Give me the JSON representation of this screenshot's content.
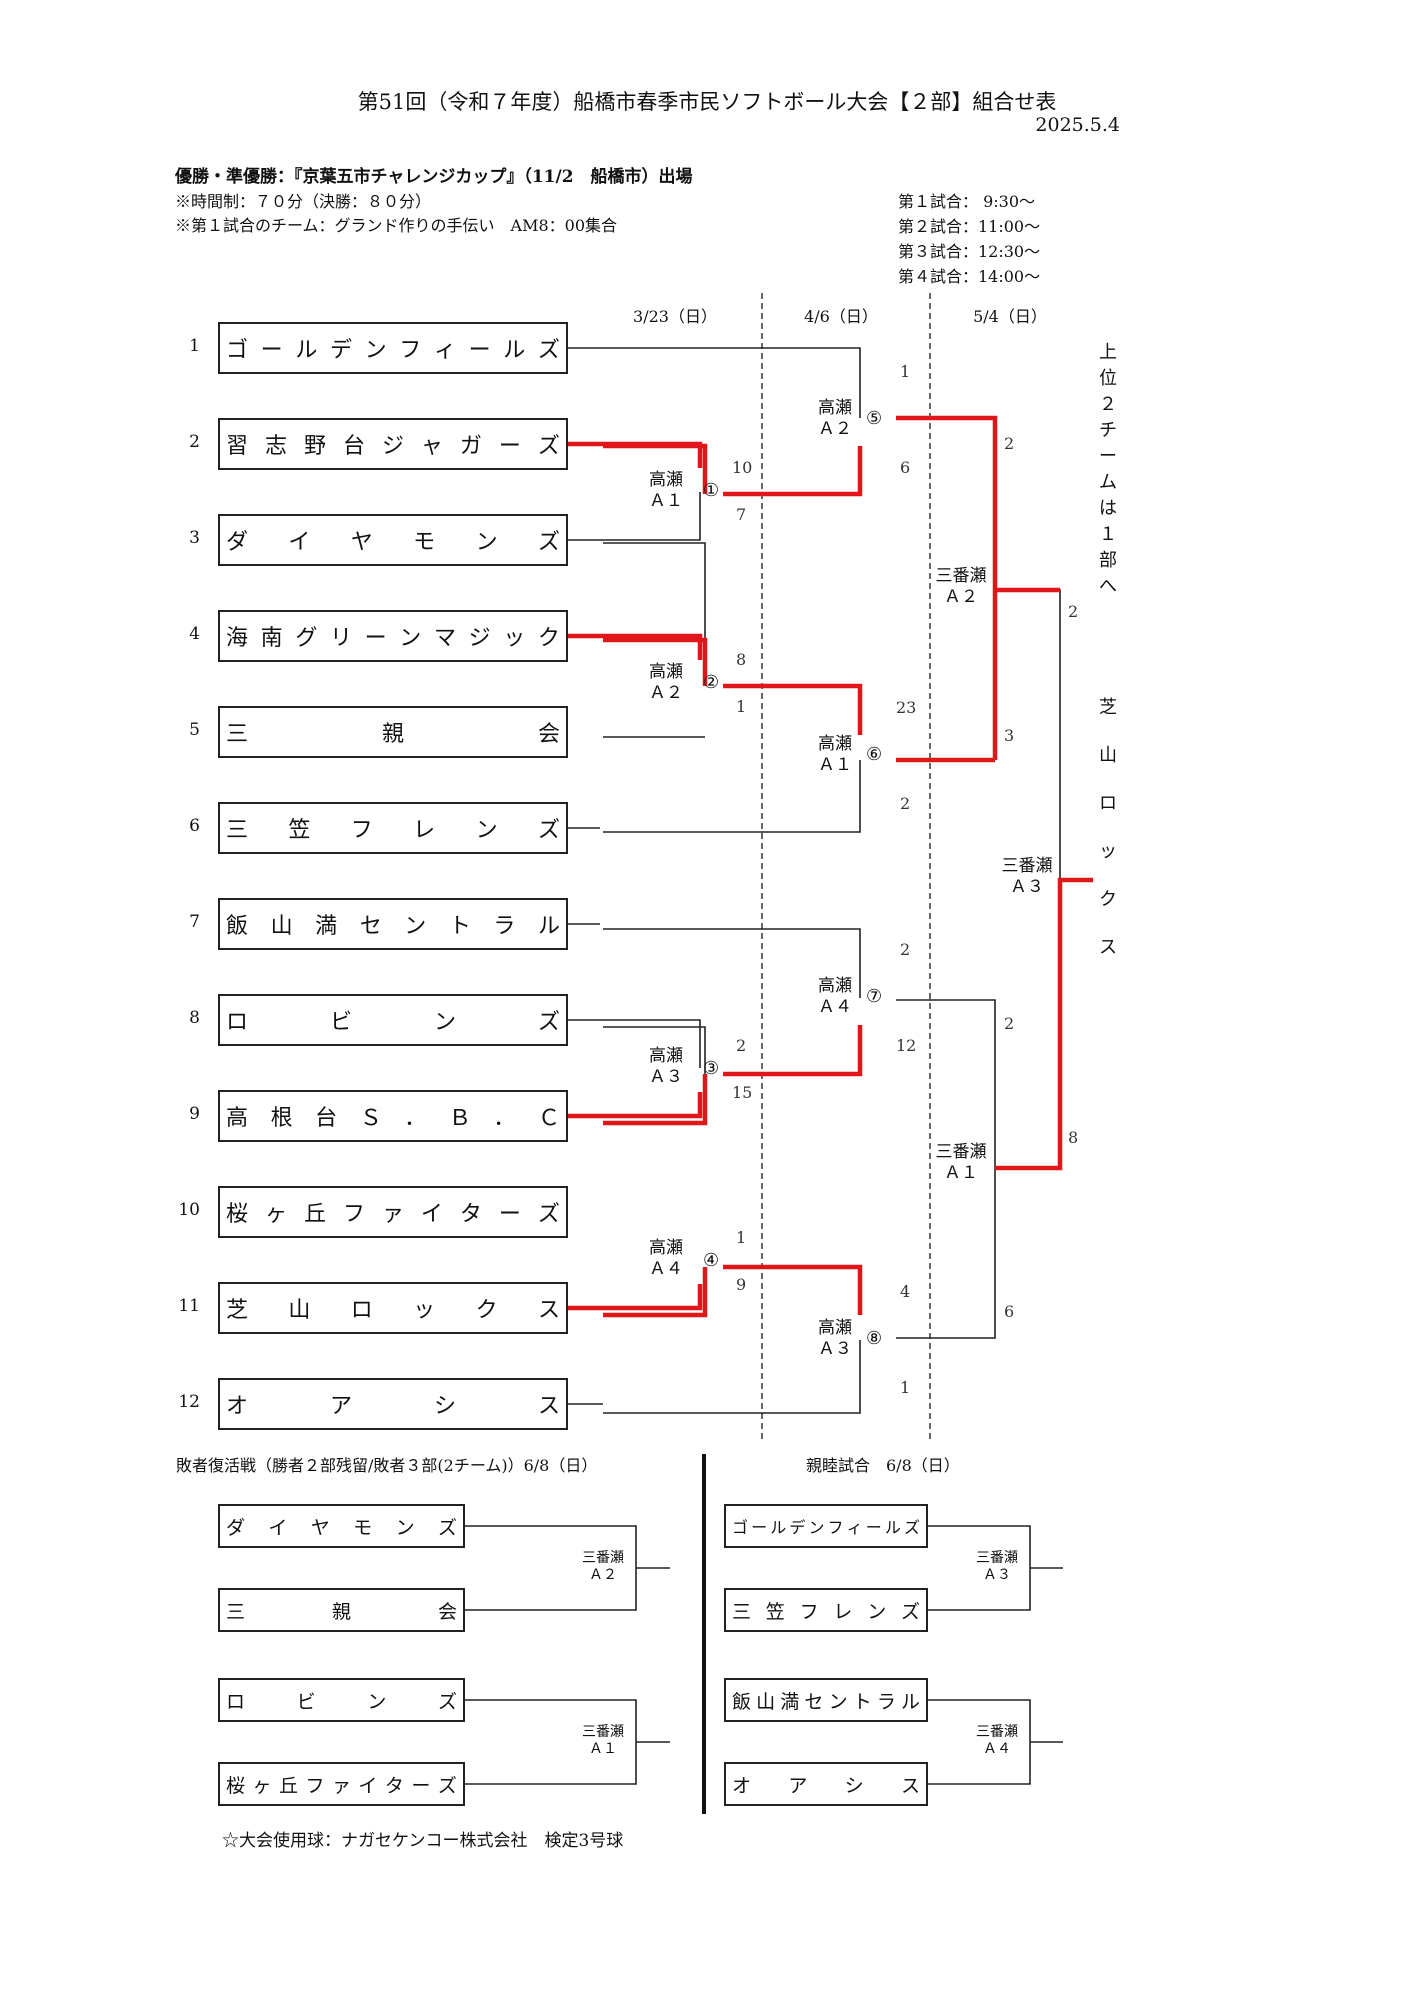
{
  "header": {
    "title": "第51回（令和７年度）船橋市春季市民ソフトボール大会【２部】組合せ表",
    "date": "2025.5.4",
    "prize": "優勝・準優勝：『京葉五市チャレンジカップ』（11/2　船橋市）出場",
    "notes": [
      "※時間制：７０分（決勝：８０分）",
      "※第１試合のチーム：グランド作りの手伝い　AM8：00集合"
    ],
    "schedule": [
      "第１試合： 9:30～",
      "第２試合：11:00～",
      "第３試合：12:30～",
      "第４試合：14:00～"
    ]
  },
  "round_dates": [
    "3/23（日）",
    "4/6（日）",
    "5/4（日）"
  ],
  "teams": [
    {
      "seed": "1",
      "name": "ゴールデンフィールズ"
    },
    {
      "seed": "2",
      "name": "習志野台ジャガーズ"
    },
    {
      "seed": "3",
      "name": "ダイヤモンズ"
    },
    {
      "seed": "4",
      "name": "海南グリーンマジック"
    },
    {
      "seed": "5",
      "name": "三親会"
    },
    {
      "seed": "6",
      "name": "三笠フレンズ"
    },
    {
      "seed": "7",
      "name": "飯山満セントラル"
    },
    {
      "seed": "8",
      "name": "ロビンズ"
    },
    {
      "seed": "9",
      "name": "高根台Ｓ．Ｂ．Ｃ"
    },
    {
      "seed": "10",
      "name": "桜ヶ丘ファイターズ"
    },
    {
      "seed": "11",
      "name": "芝山ロックス"
    },
    {
      "seed": "12",
      "name": "オアシス"
    }
  ],
  "matches": {
    "m1": {
      "num": "①",
      "venue": [
        "高瀬",
        "Ａ１"
      ],
      "scores": [
        "10",
        "7"
      ]
    },
    "m2": {
      "num": "②",
      "venue": [
        "高瀬",
        "Ａ２"
      ],
      "scores": [
        "8",
        "1"
      ]
    },
    "m3": {
      "num": "③",
      "venue": [
        "高瀬",
        "Ａ３"
      ],
      "scores": [
        "2",
        "15"
      ]
    },
    "m4": {
      "num": "④",
      "venue": [
        "高瀬",
        "Ａ４"
      ],
      "scores": [
        "1",
        "9"
      ]
    },
    "m5": {
      "num": "⑤",
      "venue": [
        "高瀬",
        "Ａ２"
      ],
      "scores": [
        "1",
        "6"
      ]
    },
    "m6": {
      "num": "⑥",
      "venue": [
        "高瀬",
        "Ａ１"
      ],
      "scores": [
        "23",
        "2"
      ]
    },
    "m7": {
      "num": "⑦",
      "venue": [
        "高瀬",
        "Ａ４"
      ],
      "scores": [
        "2",
        "12"
      ]
    },
    "m8": {
      "num": "⑧",
      "venue": [
        "高瀬",
        "Ａ３"
      ],
      "scores": [
        "4",
        "1"
      ]
    },
    "sf1": {
      "venue": [
        "三番瀬",
        "Ａ２"
      ],
      "scores": [
        "2",
        "3"
      ]
    },
    "sf2": {
      "venue": [
        "三番瀬",
        "Ａ１"
      ],
      "scores": [
        "2",
        "6"
      ]
    },
    "final": {
      "venue": [
        "三番瀬",
        "Ａ３"
      ],
      "scores": [
        "2",
        "8"
      ]
    }
  },
  "promotion_note": "上位２チームは１部へ",
  "champion": "芝山ロックス",
  "consolation": {
    "title": "敗者復活戦（勝者２部残留/敗者３部(2チーム)）6/8（日）",
    "teams": [
      "ダイヤモンズ",
      "三親会",
      "ロビンズ",
      "桜ヶ丘ファイターズ"
    ],
    "venues": [
      [
        "三番瀬",
        "Ａ２"
      ],
      [
        "三番瀬",
        "Ａ１"
      ]
    ]
  },
  "friendly": {
    "title": "親睦試合　6/8（日）",
    "teams": [
      "ゴールデンフィールズ",
      "三笠フレンズ",
      "飯山満セントラル",
      "オアシス"
    ],
    "venues": [
      [
        "三番瀬",
        "Ａ３"
      ],
      [
        "三番瀬",
        "Ａ４"
      ]
    ]
  },
  "footer": "☆大会使用球：ナガセケンコー株式会社　検定3号球",
  "colors": {
    "winner_line": "#e0161b",
    "line": "#222222"
  }
}
